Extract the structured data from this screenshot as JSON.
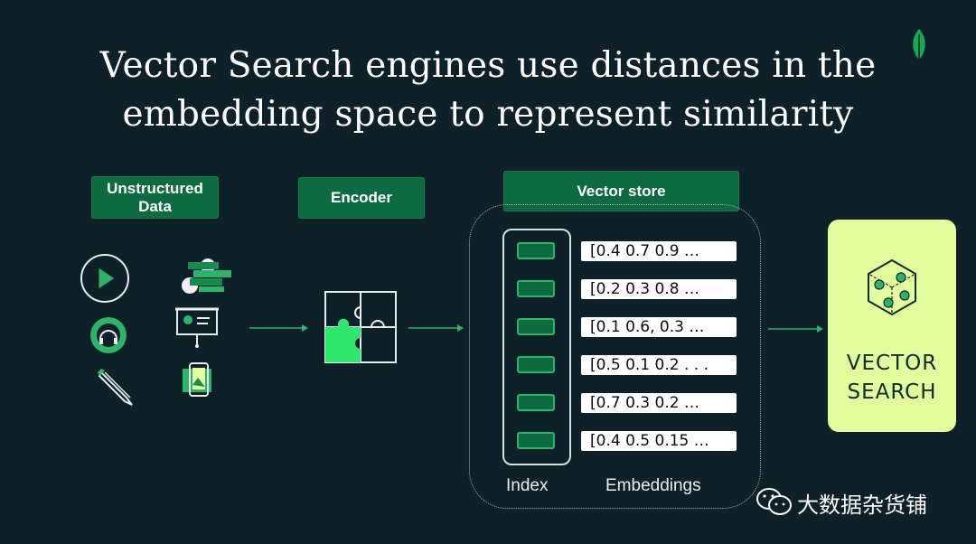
{
  "slide": {
    "title_line1": "Vector Search engines use distances in the",
    "title_line2": "embedding space to represent similarity",
    "logo_icon": "leaf-logo-icon",
    "accent_color": "#0e6b40",
    "highlight_color": "#e3fc9d",
    "background_color": "#0f2128"
  },
  "labels": {
    "unstructured_line1": "Unstructured",
    "unstructured_line2": "Data",
    "encoder": "Encoder",
    "vector_store": "Vector store"
  },
  "data_icons": [
    "play-video-icon",
    "stacked-documents-icon",
    "audio-headphones-icon",
    "presentation-board-icon",
    "pencil-icon",
    "mobile-image-icon"
  ],
  "encoder_icon": "puzzle-icon",
  "embeddings": [
    "[0.4 0.7 0.9 …",
    "[0.2 0.3 0.8 …",
    "[0.1 0.6, 0.3 …",
    "[0.5 0.1 0.2 . . .",
    "[0.7 0.3 0.2 …",
    "[0.4 0.5 0.15  …"
  ],
  "captions": {
    "index": "Index",
    "embeddings": "Embeddings"
  },
  "vector_search": {
    "line1": "VECTOR",
    "line2": "SEARCH",
    "icon": "vector-cube-icon"
  },
  "watermark": {
    "text": "大数据杂货铺",
    "icon": "wechat-icon"
  }
}
